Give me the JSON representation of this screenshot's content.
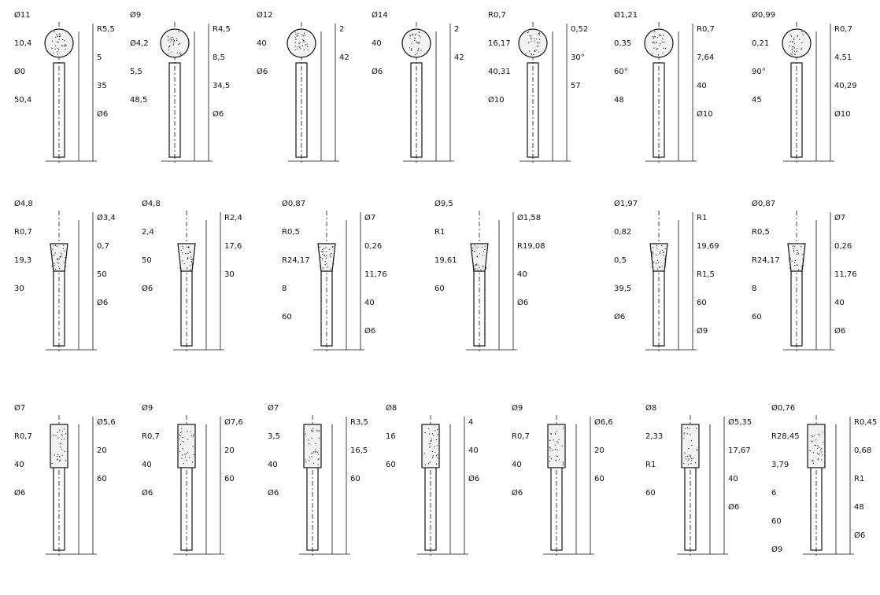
{
  "tools": [
    {
      "id": "t1",
      "labels": [
        "Ø11",
        "R5,5",
        "10,4",
        "5",
        "Ø0",
        "35",
        "50,4",
        "Ø6"
      ]
    },
    {
      "id": "t2",
      "labels": [
        "Ø9",
        "R4,5",
        "Ø4,2",
        "8,5",
        "5,5",
        "34,5",
        "48,5",
        "Ø6"
      ]
    },
    {
      "id": "t3",
      "labels": [
        "Ø12",
        "2",
        "40",
        "42",
        "Ø6"
      ]
    },
    {
      "id": "t4",
      "labels": [
        "Ø14",
        "2",
        "40",
        "42",
        "Ø6"
      ]
    },
    {
      "id": "t5",
      "labels": [
        "R0,7",
        "0,52",
        "16,17",
        "30°",
        "40,31",
        "57",
        "Ø10"
      ]
    },
    {
      "id": "t6",
      "labels": [
        "Ø1,21",
        "R0,7",
        "0,35",
        "7,64",
        "60°",
        "40",
        "48",
        "Ø10"
      ]
    },
    {
      "id": "t7",
      "labels": [
        "Ø0,99",
        "R0,7",
        "0,21",
        "4,51",
        "90°",
        "40,29",
        "45",
        "Ø10"
      ]
    },
    {
      "id": "t8",
      "labels": [
        "Ø4,8",
        "Ø3,4",
        "R0,7",
        "0,7",
        "19,3",
        "50",
        "30",
        "Ø6"
      ]
    },
    {
      "id": "t9",
      "labels": [
        "Ø4,8",
        "R2,4",
        "2,4",
        "17,6",
        "50",
        "30",
        "Ø6"
      ]
    },
    {
      "id": "t10",
      "labels": [
        "Ø0,87",
        "Ø7",
        "R0,5",
        "0,26",
        "R24,17",
        "11,76",
        "8",
        "40",
        "60",
        "Ø6"
      ]
    },
    {
      "id": "t11",
      "labels": [
        "Ø9,5",
        "Ø1,58",
        "R1",
        "R19,08",
        "19,61",
        "40",
        "60",
        "Ø6"
      ]
    },
    {
      "id": "t12",
      "labels": [
        "Ø1,97",
        "R1",
        "0,82",
        "19,69",
        "0,5",
        "R1,5",
        "39,5",
        "60",
        "Ø6",
        "Ø9"
      ]
    },
    {
      "id": "t13",
      "labels": [
        "Ø0,87",
        "Ø7",
        "R0,5",
        "0,26",
        "R24,17",
        "11,76",
        "8",
        "40",
        "60",
        "Ø6"
      ]
    },
    {
      "id": "t14",
      "labels": [
        "Ø7",
        "Ø5,6",
        "R0,7",
        "20",
        "40",
        "60",
        "Ø6"
      ]
    },
    {
      "id": "t15",
      "labels": [
        "Ø9",
        "Ø7,6",
        "R0,7",
        "20",
        "40",
        "60",
        "Ø6"
      ]
    },
    {
      "id": "t16",
      "labels": [
        "Ø7",
        "R3,5",
        "3,5",
        "16,5",
        "40",
        "60",
        "Ø6"
      ]
    },
    {
      "id": "t17",
      "labels": [
        "Ø8",
        "4",
        "16",
        "40",
        "60",
        "Ø6"
      ]
    },
    {
      "id": "t18",
      "labels": [
        "Ø9",
        "Ø6,6",
        "R0,7",
        "20",
        "40",
        "60",
        "Ø6"
      ]
    },
    {
      "id": "t19",
      "labels": [
        "Ø8",
        "Ø5,35",
        "2,33",
        "17,67",
        "R1",
        "40",
        "60",
        "Ø6"
      ]
    },
    {
      "id": "t20",
      "labels": [
        "Ø0,76",
        "R0,45",
        "R28,45",
        "0,68",
        "3,79",
        "R1",
        "6",
        "48",
        "60",
        "Ø6",
        "Ø9"
      ]
    }
  ]
}
